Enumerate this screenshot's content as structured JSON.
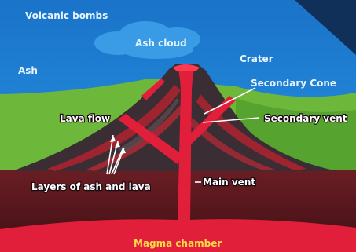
{
  "colors": {
    "sky": "#1f86d8",
    "sky_text": "#e6f4ff",
    "ground": "#6db83a",
    "volcano": "#3a2d33",
    "magma": "#e21f3b",
    "earth": "#5c1a1e",
    "magma_text": "#ffd84a"
  },
  "labels": {
    "volcanic_bombs": "Volcanic bombs",
    "ash_cloud": "Ash cloud",
    "ash": "Ash",
    "crater": "Crater",
    "secondary_cone": "Secondary Cone",
    "lava_flow": "Lava flow",
    "secondary_vent": "Secondary vent",
    "layers": "Layers of ash and lava",
    "main_vent": "Main vent",
    "magma_chamber": "Magma chamber"
  }
}
